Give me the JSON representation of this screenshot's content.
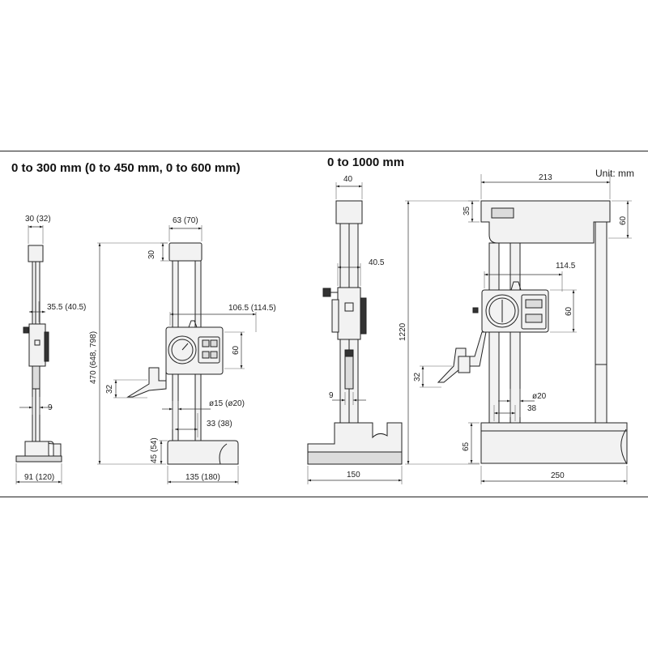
{
  "headers": {
    "left": "0 to 300 mm (0 to 450 mm, 0 to 600 mm)",
    "right": "0 to 1000 mm",
    "unit": "Unit: mm"
  },
  "dims": {
    "left_side_top_width": "30 (32)",
    "left_side_slider": "35.5 (40.5)",
    "left_side_scribe": "9",
    "left_side_base": "91 (120)",
    "left_front_top_width": "63 (70)",
    "left_front_top_height": "30",
    "left_front_reach": "106.5 (114.5)",
    "left_front_dial": "60",
    "left_front_total": "470 (648, 798)",
    "left_front_scriber": "32",
    "left_front_column_dia": "ø15 (ø20)",
    "left_front_column_pitch": "33 (38)",
    "left_front_base_height": "45 (54)",
    "left_front_base_width": "135 (180)",
    "right_side_top_width": "40",
    "right_side_slider": "40.5",
    "right_side_scribe": "9",
    "right_side_base": "150",
    "right_front_top_width": "213",
    "right_front_top_height": "35",
    "right_front_top_block": "60",
    "right_front_reach": "114.5",
    "right_front_dial": "60",
    "right_front_total": "1220",
    "right_front_scriber": "32",
    "right_front_column_dia": "ø20",
    "right_front_column_pitch": "38",
    "right_front_base_height": "65",
    "right_front_base_width": "250"
  },
  "colors": {
    "line": "#222222",
    "fill": "#f2f2f2",
    "shade": "#dcdcdc"
  }
}
